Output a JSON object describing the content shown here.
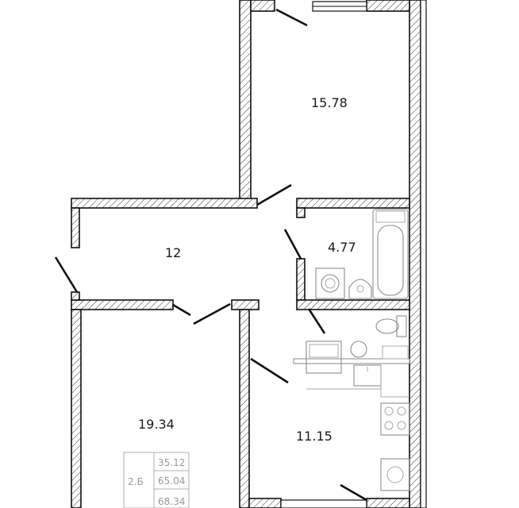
{
  "rooms": {
    "bedroom_top": "15.78",
    "hallway": "12",
    "bathroom": "4.77",
    "bedroom_bottom": "19.34",
    "kitchen": "11.15"
  },
  "summary_table": {
    "type_label": "2.Б",
    "area_living": "35.12",
    "area_total": "65.04",
    "area_total_with_balcony": "68.34"
  },
  "colors": {
    "wall_outline": "#111111",
    "fixture": "#8c8c8c",
    "label": "#1a1a1a",
    "table_text": "#9a9a9a"
  },
  "icons": [
    "toilet-icon",
    "bathtub-icon",
    "washing-machine-icon",
    "sink-icon",
    "stove-icon"
  ]
}
